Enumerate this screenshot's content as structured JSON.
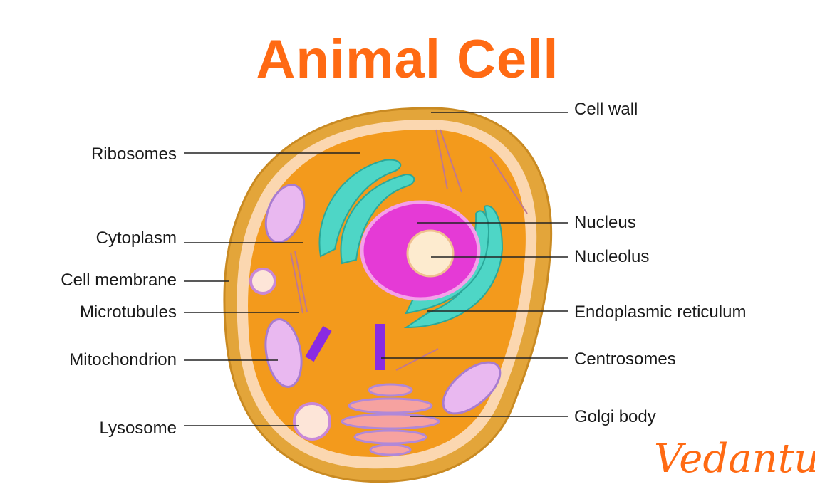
{
  "title": "Animal Cell",
  "labels_left": [
    "Ribosomes",
    "Cytoplasm",
    "Cell membrane",
    "Microtubules",
    "Mitochondrion",
    "Lysosome"
  ],
  "labels_right": [
    "Cell wall",
    "Nucleus",
    "Nucleolus",
    "Endoplasmic reticulum",
    "Centrosomes",
    "Golgi body"
  ],
  "logo": "Vedantu",
  "colors": {
    "title": "#ff6a13",
    "wall": "#d9962a",
    "cytoplasm": "#f39a1c",
    "nucleus": "#e53ad6",
    "er": "#4ed6c6"
  }
}
